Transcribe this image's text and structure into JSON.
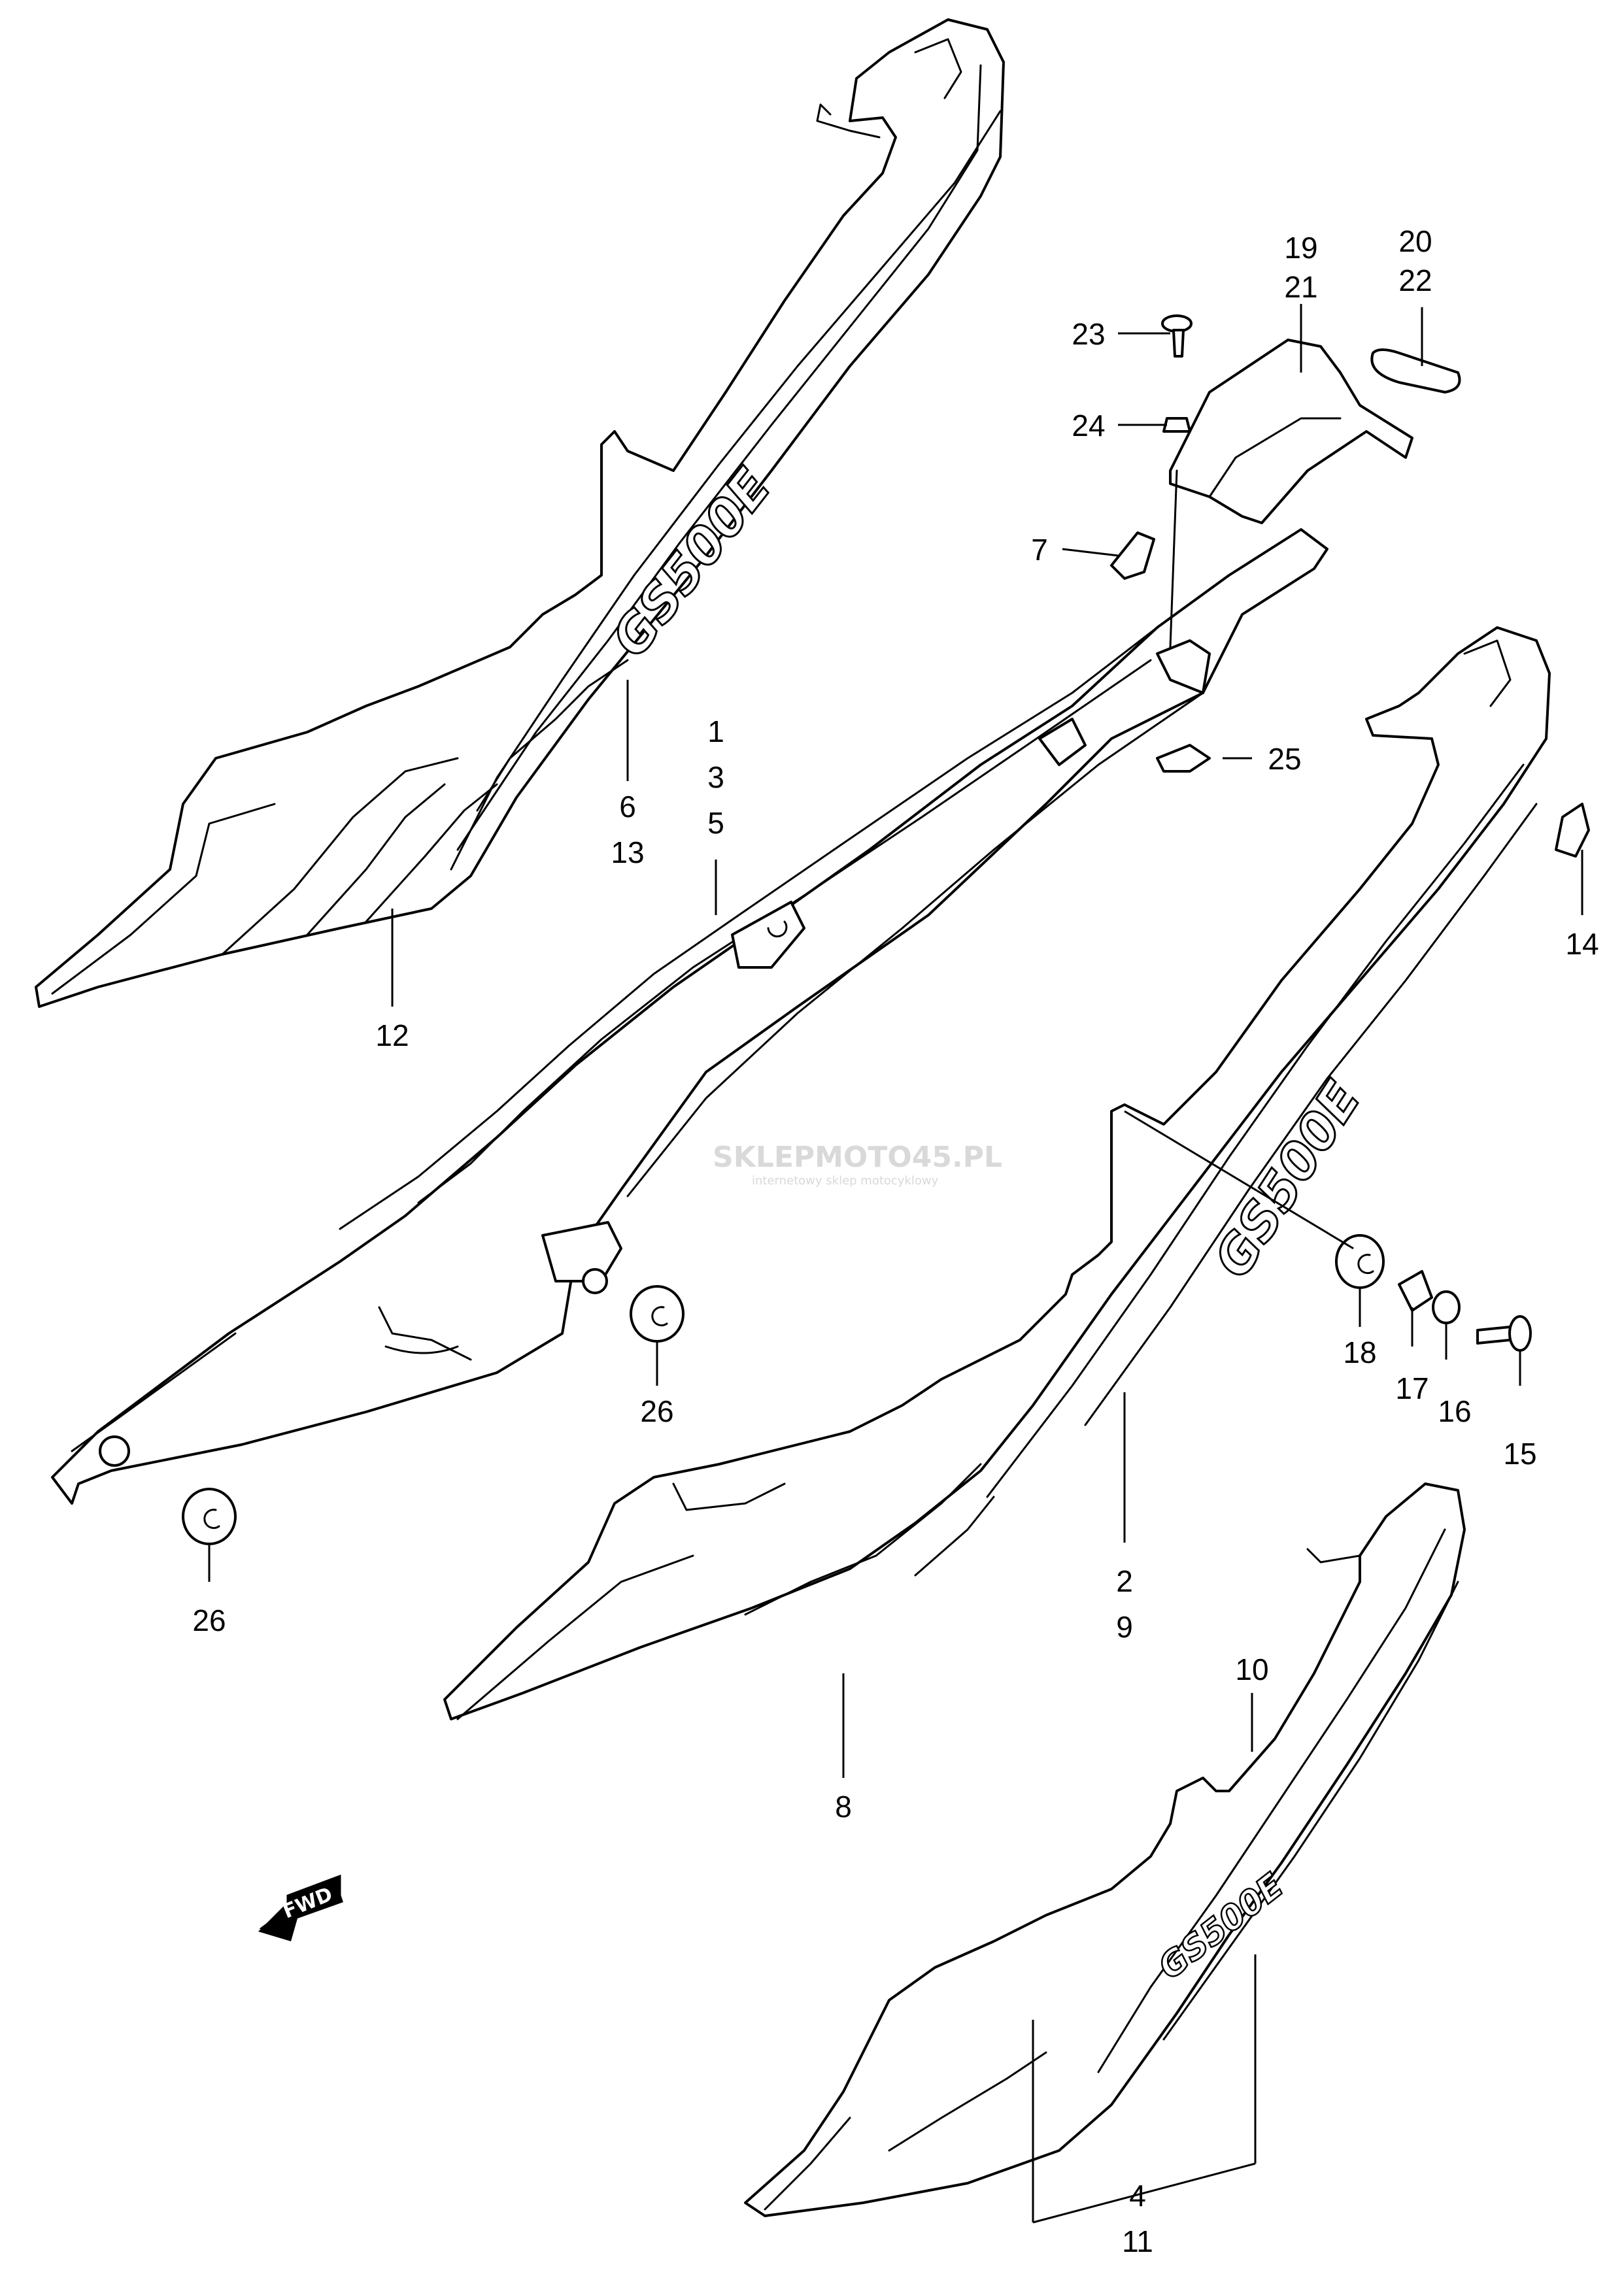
{
  "diagram": {
    "callouts": {
      "c1": "1",
      "c3": "3",
      "c5": "5",
      "c6": "6",
      "c13": "13",
      "c12": "12",
      "c19": "19",
      "c21": "21",
      "c20": "20",
      "c22": "22",
      "c23": "23",
      "c24": "24",
      "c7": "7",
      "c25": "25",
      "c14": "14",
      "c18": "18",
      "c17": "17",
      "c16": "16",
      "c15": "15",
      "c26a": "26",
      "c26b": "26",
      "c2": "2",
      "c9": "9",
      "c8": "8",
      "c10": "10",
      "c4": "4",
      "c11": "11"
    },
    "emblems": {
      "upper": "GS500E",
      "middle": "GS500E",
      "lower": "GS500E"
    },
    "fwd_label": "FWD",
    "watermark": {
      "title": "SKLEPMOTO45.PL",
      "subtitle": "internetowy sklep motocyklowy"
    }
  }
}
